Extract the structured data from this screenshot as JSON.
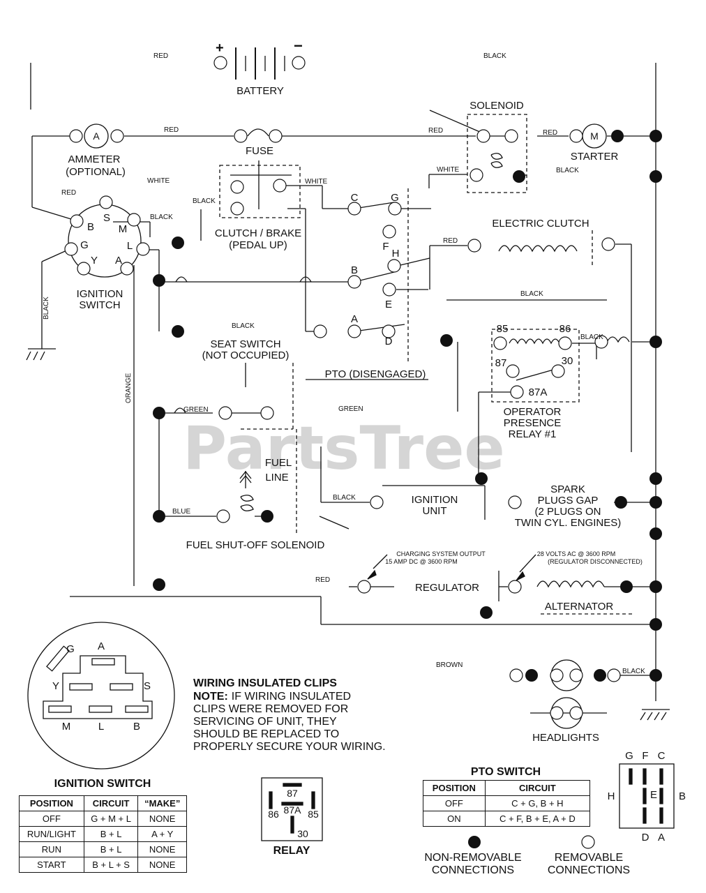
{
  "watermark": "PartsTree",
  "wire_labels": {
    "red_top": "RED",
    "black_top": "BLACK",
    "red_ammeter": "RED",
    "red_solenoid": "RED",
    "red_starter": "RED",
    "white_ign": "WHITE",
    "white_clutch": "WHITE",
    "white_solenoid": "WHITE",
    "black_solenoid": "BLACK",
    "red_ign": "RED",
    "black_ign": "BLACK",
    "black_brake": "BLACK",
    "red_eclutch": "RED",
    "black_eclutch": "BLACK",
    "black_left": "BLACK",
    "black_seat": "BLACK",
    "black_relay": "BLACK",
    "orange": "ORANGE",
    "green_seat": "GREEN",
    "green_mid": "GREEN",
    "blue": "BLUE",
    "black_ignunit": "BLACK",
    "red_regulator": "RED",
    "brown": "BROWN",
    "black_headlights": "BLACK"
  },
  "components": {
    "battery": "BATTERY",
    "solenoid": "SOLENOID",
    "ammeter": "AMMETER",
    "ammeter_sub": "(OPTIONAL)",
    "ammeter_symbol": "A",
    "fuse": "FUSE",
    "starter": "STARTER",
    "starter_symbol": "M",
    "clutch_brake": "CLUTCH / BRAKE",
    "clutch_brake_sub": "(PEDAL UP)",
    "electric_clutch": "ELECTRIC CLUTCH",
    "ignition_switch": "IGNITION",
    "ignition_switch_sub": "SWITCH",
    "seat_switch": "SEAT SWITCH",
    "seat_switch_sub": "(NOT OCCUPIED)",
    "pto": "PTO (DISENGAGED)",
    "operator_relay": "OPERATOR",
    "operator_relay_2": "PRESENCE",
    "operator_relay_3": "RELAY #1",
    "fuel_line": "FUEL",
    "fuel_line_2": "LINE",
    "fuel_solenoid": "FUEL SHUT-OFF SOLENOID",
    "ignition_unit": "IGNITION",
    "ignition_unit_2": "UNIT",
    "spark_plugs": "SPARK",
    "spark_plugs_2": "PLUGS GAP",
    "spark_plugs_3": "(2 PLUGS ON",
    "spark_plugs_4": "TWIN CYL. ENGINES)",
    "charging_output": "CHARGING SYSTEM OUTPUT",
    "charging_output_2": "15 AMP DC @ 3600 RPM",
    "volts_ac": "28 VOLTS AC @ 3600 RPM",
    "volts_ac_2": "(REGULATOR DISCONNECTED)",
    "regulator": "REGULATOR",
    "alternator": "ALTERNATOR",
    "headlights": "HEADLIGHTS"
  },
  "ignition_pins": {
    "b": "B",
    "s": "S",
    "m": "M",
    "g": "G",
    "l": "L",
    "y": "Y",
    "a": "A"
  },
  "pto_pins": {
    "c": "C",
    "g": "G",
    "f": "F",
    "h": "H",
    "b": "B",
    "e": "E",
    "a": "A",
    "d": "D"
  },
  "relay_pins": {
    "p85": "85",
    "p86": "86",
    "p87": "87",
    "p30": "30",
    "p87a": "87A"
  },
  "ignition_plug": {
    "g": "G",
    "a": "A",
    "y": "Y",
    "s": "S",
    "m": "M",
    "l": "L",
    "b": "B"
  },
  "clips_note": {
    "title": "WIRING INSULATED CLIPS",
    "lead": "NOTE:",
    "line1": "IF WIRING INSULATED",
    "line2": "CLIPS WERE REMOVED FOR",
    "line3": "SERVICING OF UNIT, THEY",
    "line4": "SHOULD BE REPLACED TO",
    "line5": "PROPERLY SECURE YOUR WIRING."
  },
  "ignition_table": {
    "title": "IGNITION SWITCH",
    "headers": [
      "POSITION",
      "CIRCUIT",
      "“MAKE”"
    ],
    "rows": [
      [
        "OFF",
        "G + M + L",
        "NONE"
      ],
      [
        "RUN/LIGHT",
        "B + L",
        "A + Y"
      ],
      [
        "RUN",
        "B + L",
        "NONE"
      ],
      [
        "START",
        "B + L + S",
        "NONE"
      ]
    ]
  },
  "relay_box": {
    "title": "RELAY",
    "p87": "87",
    "p87a": "87A",
    "p86": "86",
    "p85": "85",
    "p30": "30"
  },
  "pto_table": {
    "title": "PTO SWITCH",
    "headers": [
      "POSITION",
      "CIRCUIT"
    ],
    "rows": [
      [
        "OFF",
        "C + G, B + H"
      ],
      [
        "ON",
        "C + F, B + E, A + D"
      ]
    ]
  },
  "pto_plug": {
    "g": "G",
    "f": "F",
    "c": "C",
    "h": "H",
    "e": "E",
    "b": "B",
    "d": "D",
    "a": "A"
  },
  "legend": {
    "non_removable": "NON-REMOVABLE",
    "non_removable_2": "CONNECTIONS",
    "removable": "REMOVABLE",
    "removable_2": "CONNECTIONS"
  }
}
